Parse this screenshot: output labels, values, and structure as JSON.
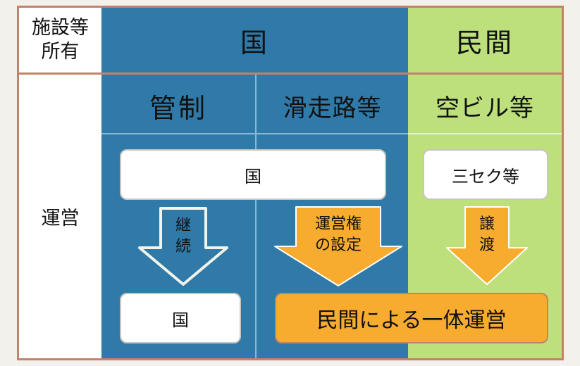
{
  "header": {
    "row_label_line1": "施設等",
    "row_label_line2": "所有",
    "owner_state": "国",
    "owner_private": "民間"
  },
  "columns": {
    "control": "管制",
    "runway": "滑走路等",
    "terminal": "空ビル等"
  },
  "row_label": "運営",
  "boxes": {
    "state_top": "国",
    "third_sector": "三セク等",
    "state_bottom": "国",
    "integrated": "民間による一体運営"
  },
  "arrows": {
    "continue_l1": "継",
    "continue_l2": "続",
    "concession_l1": "運営権",
    "concession_l2": "の設定",
    "transfer_l1": "譲",
    "transfer_l2": "渡"
  },
  "colors": {
    "blue": "#2f7aa8",
    "green": "#bde07c",
    "orange": "#f7ac2f",
    "border": "#c4826a"
  }
}
